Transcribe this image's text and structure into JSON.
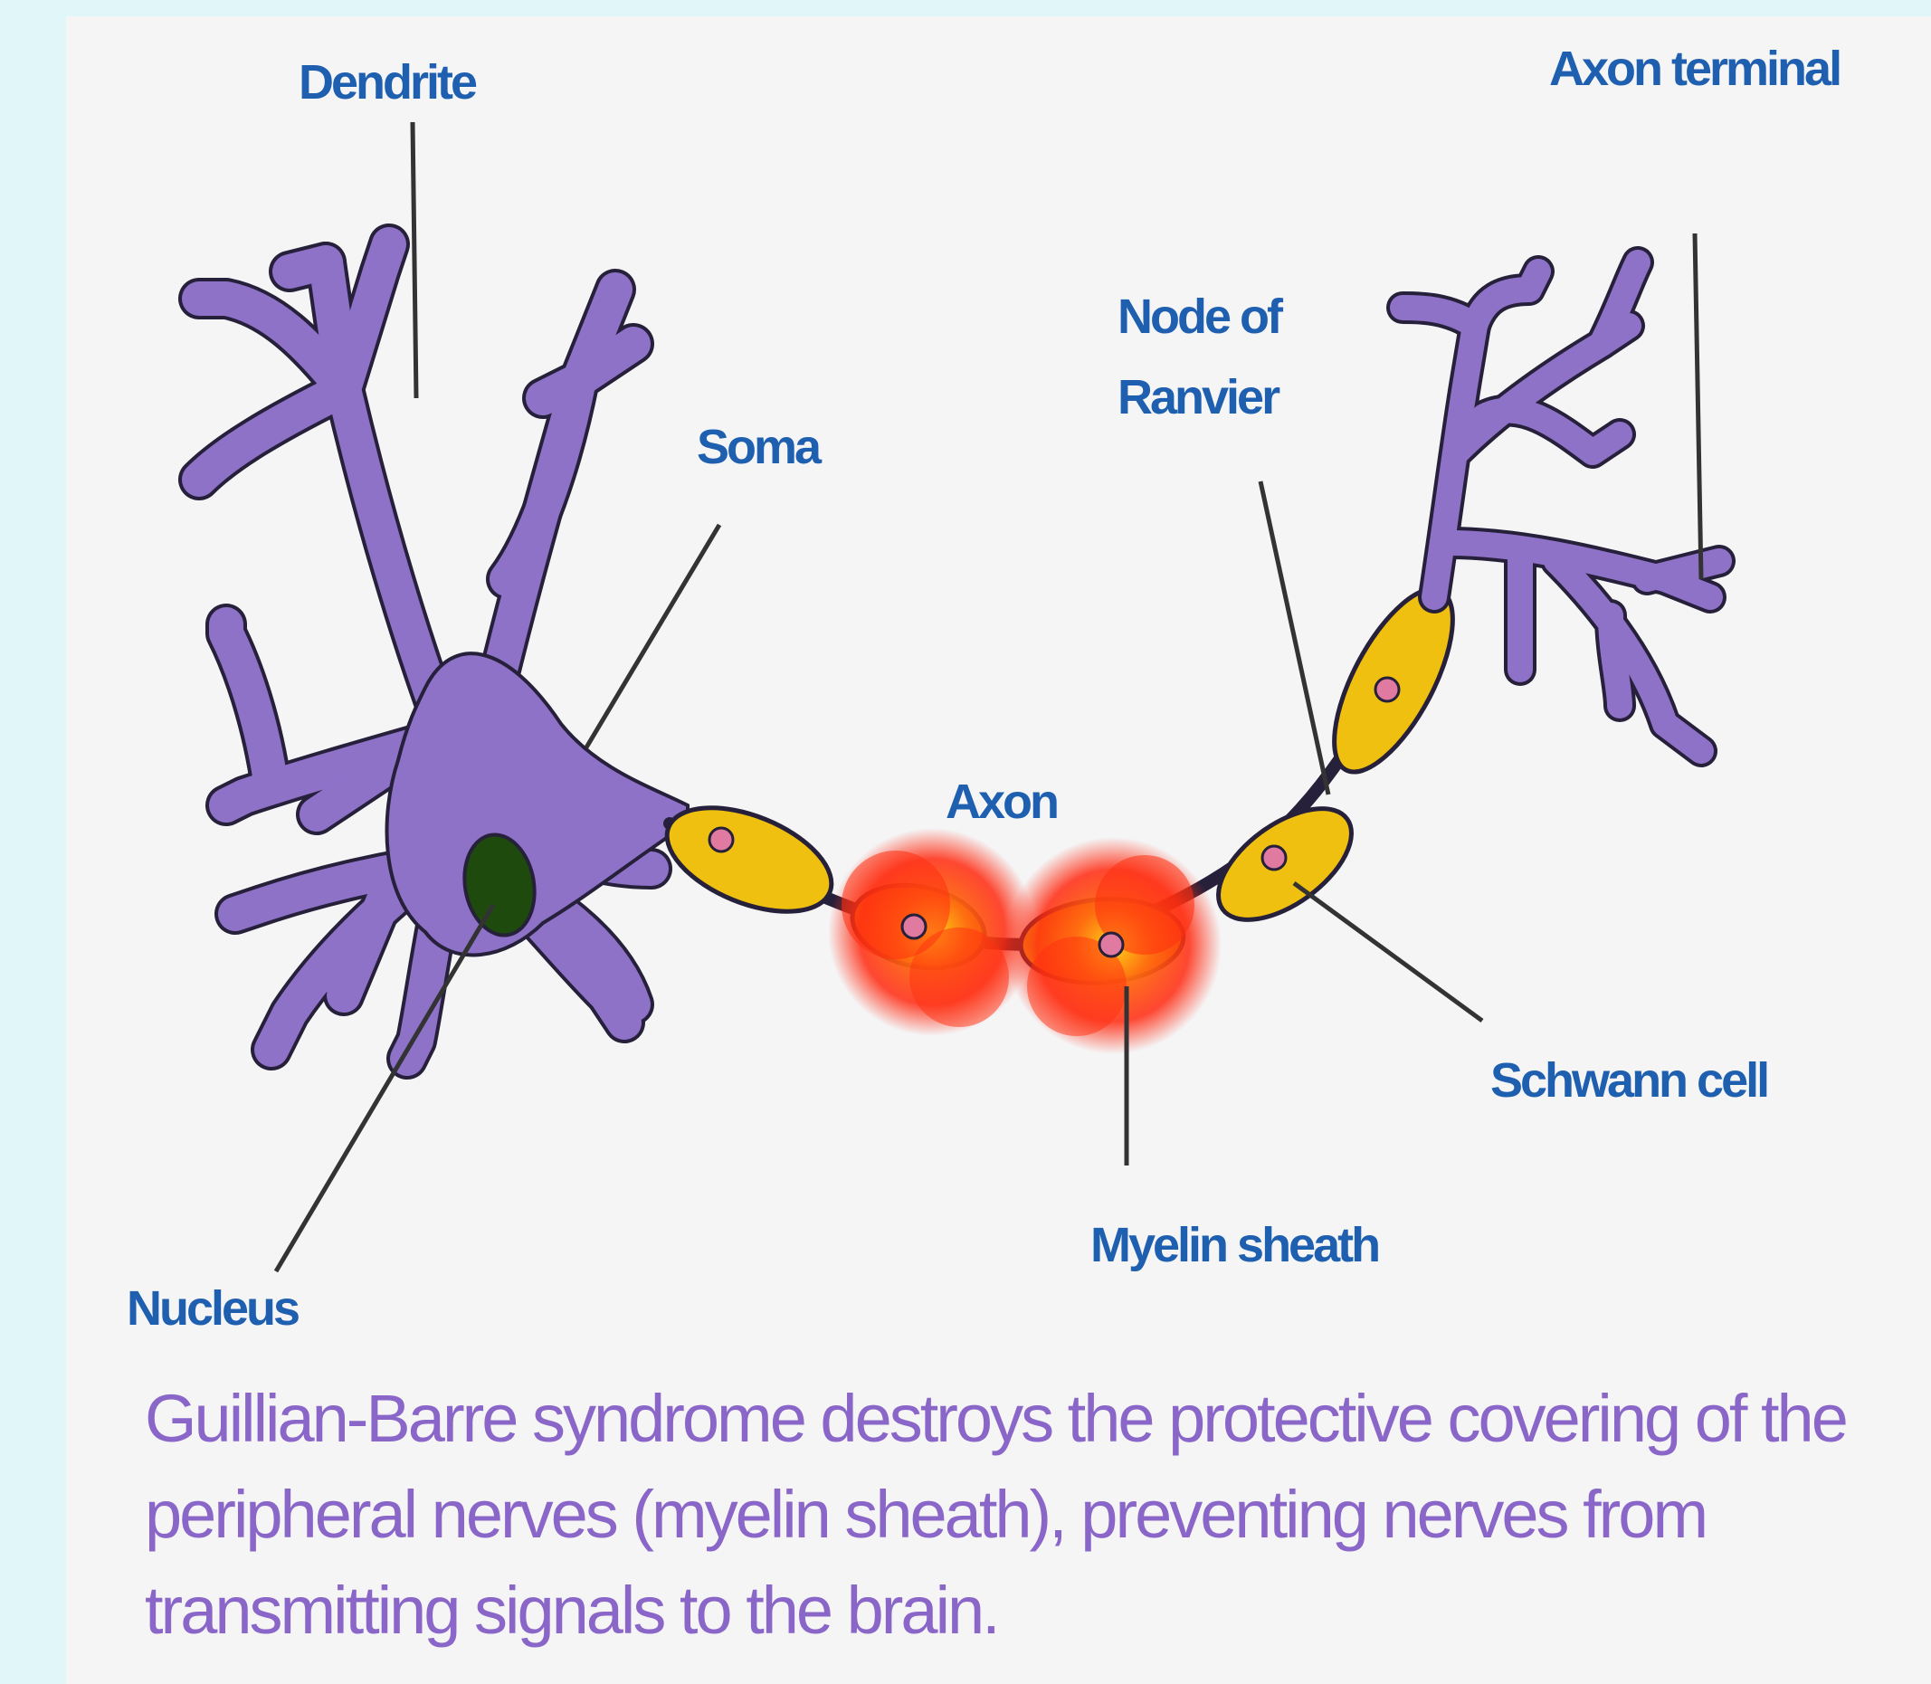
{
  "labels": {
    "dendrite": "Dendrite",
    "axon_terminal": "Axon terminal",
    "soma": "Soma",
    "node_of_ranvier": "Node of Ranvier",
    "node_of_ranvier_line1": "Node of",
    "node_of_ranvier_line2": "Ranvier",
    "axon": "Axon",
    "schwann_cell": "Schwann cell",
    "myelin_sheath": "Myelin sheath",
    "nucleus": "Nucleus"
  },
  "caption": "Guillian-Barre syndrome destroys the protective covering of the peripheral nerves (myelin sheath), preventing nerves from transmitting signals to the brain.",
  "colors": {
    "background": "#e0f6f8",
    "panel": "#f5f5f6",
    "neuron": "#8e72c8",
    "outline": "#26203a",
    "myelin": "#f0c010",
    "nucleus": "#1f4a0e",
    "damage": "#ff3010",
    "label": "#1f5fb0",
    "caption": "#8a66c8"
  }
}
